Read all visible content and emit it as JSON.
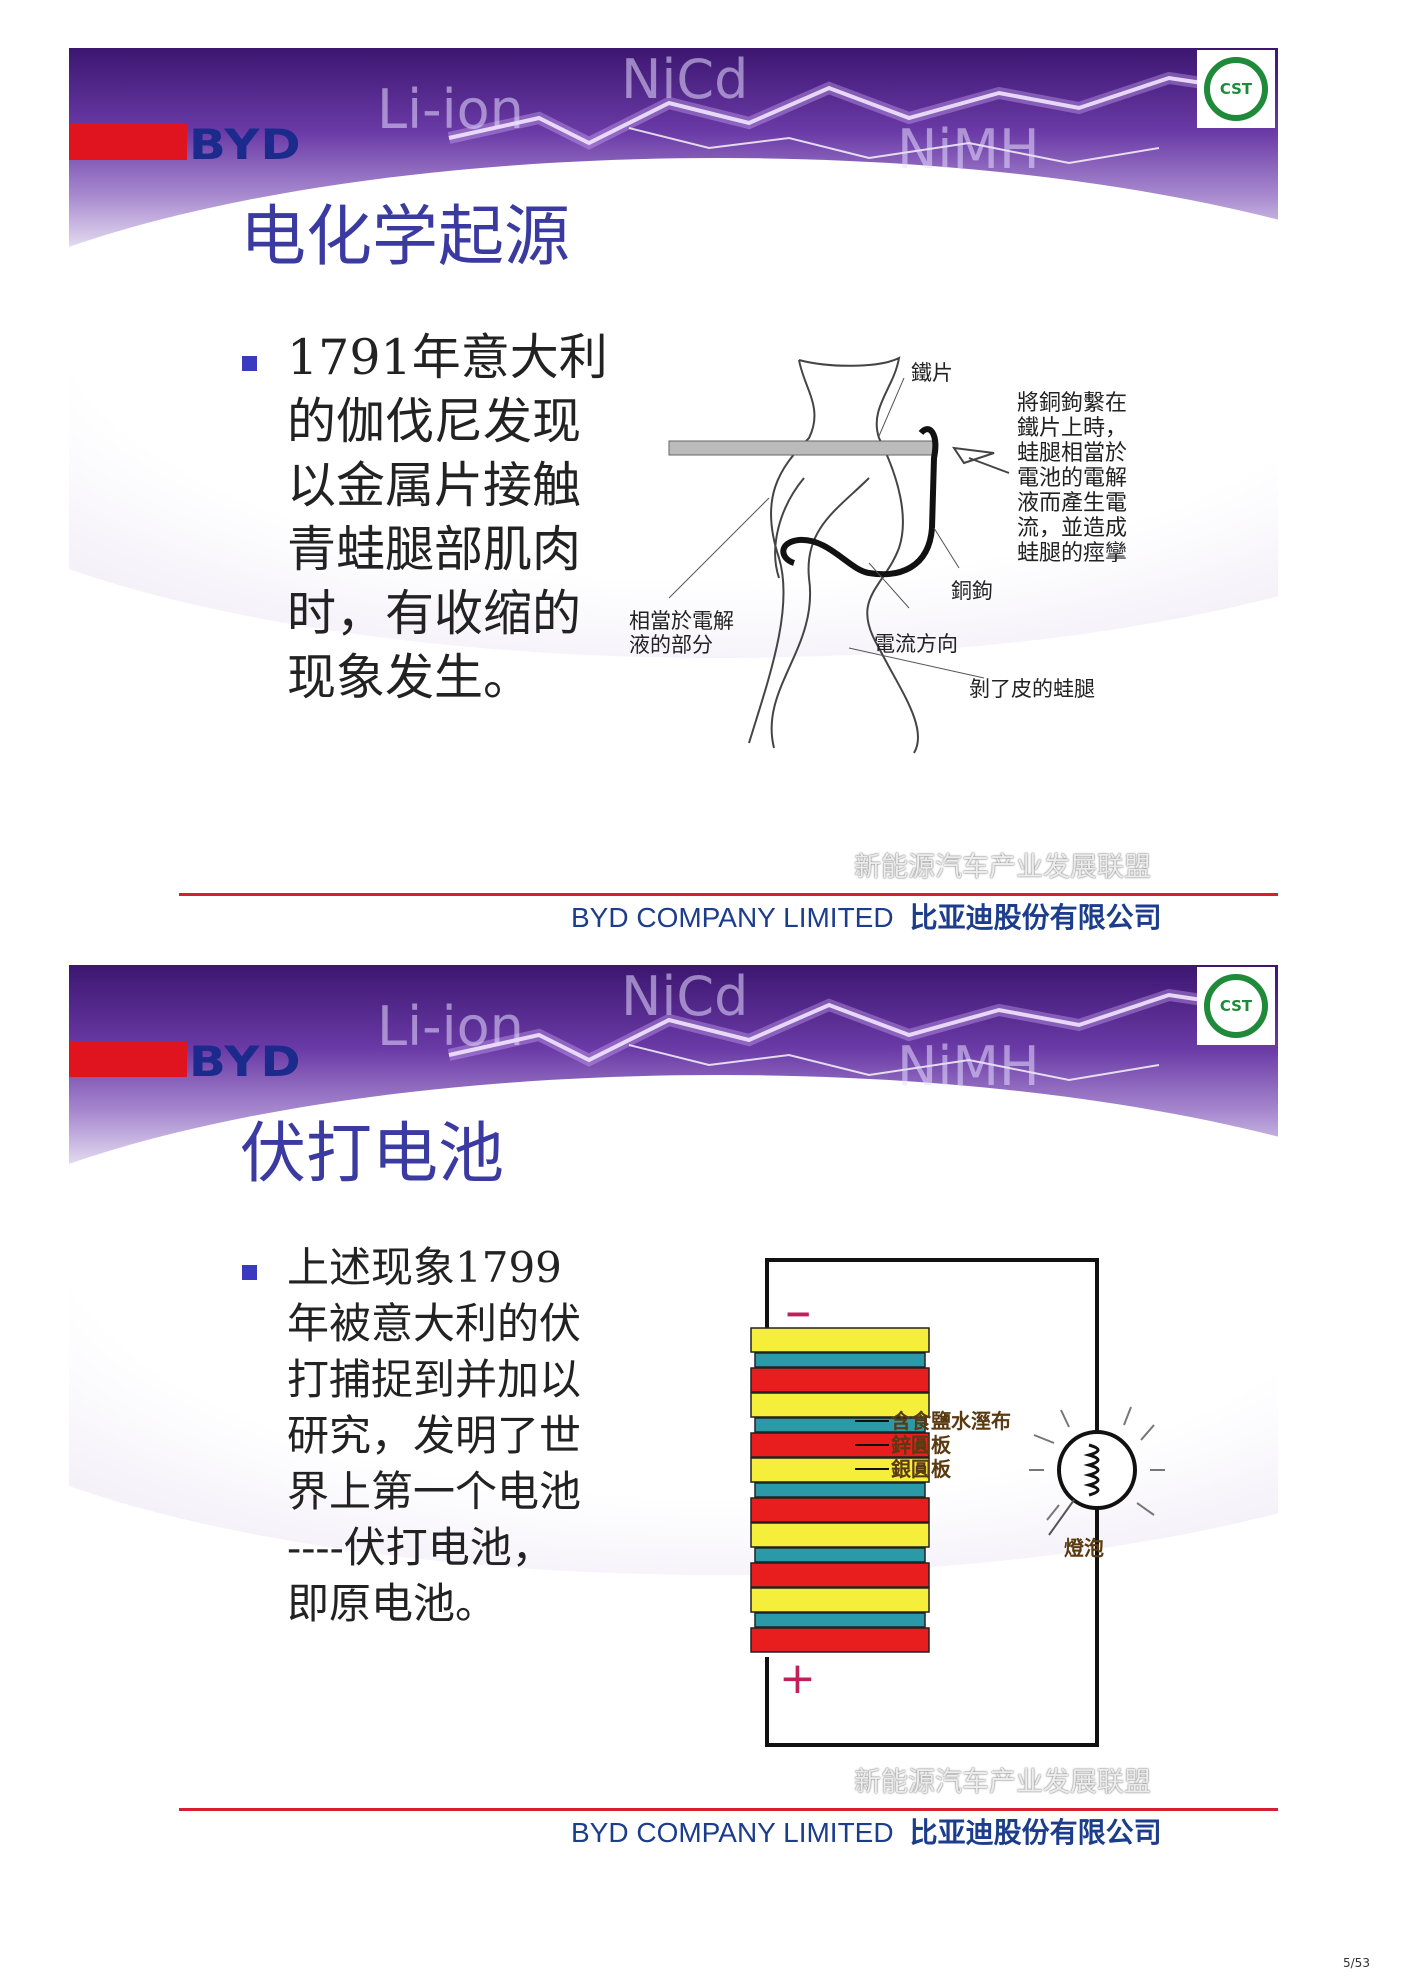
{
  "header": {
    "brand": "BYD",
    "ghost_words": [
      "Li-ion",
      "NiCd",
      "NiMH"
    ],
    "cert_logo_text": "CST"
  },
  "slides": [
    {
      "title": "电化学起源",
      "bullet_lines": [
        "1791年意大利",
        "的伽伐尼发现",
        "以金属片接触",
        "青蛙腿部肌肉",
        "时，有收缩的",
        "现象发生。"
      ],
      "diagram": {
        "label_iron": "鐵片",
        "label_copper_hook": "銅鉤",
        "label_current": "電流方向",
        "label_skinned_leg": "剝了皮的蛙腿",
        "label_electrolyte": [
          "相當於電解",
          "液的部分"
        ],
        "note": [
          "將銅鉤繫在",
          "鐵片上時，",
          "蛙腿相當於",
          "電池的電解",
          "液而產生電",
          "流，並造成",
          "蛙腿的痙攣"
        ]
      }
    },
    {
      "title": "伏打电池",
      "bullet_lines": [
        "上述现象1799",
        "年被意大利的伏",
        "打捕捉到并加以",
        "研究，发明了世",
        "界上第一个电池",
        "----伏打电池，",
        "即原电池。"
      ],
      "diagram": {
        "minus": "−",
        "plus": "+",
        "label_cloth": "含食鹽水溼布",
        "label_zinc": "鋅圓板",
        "label_silver": "銀圓板",
        "label_bulb": "燈泡",
        "layer_colors": {
          "silver": "#f5ee3a",
          "cloth": "#2a9aa8",
          "zinc": "#e81e1e"
        }
      }
    }
  ],
  "footer": {
    "company_en": "BYD COMPANY LIMITED",
    "company_cn": "比亚迪股份有限公司",
    "watermark": "新能源汽车产业发展联盟"
  },
  "page_number": "5/53",
  "colors": {
    "accent_red": "#e0141e",
    "brand_blue": "#1c2a8c",
    "title_blue": "#3a3aa0"
  }
}
